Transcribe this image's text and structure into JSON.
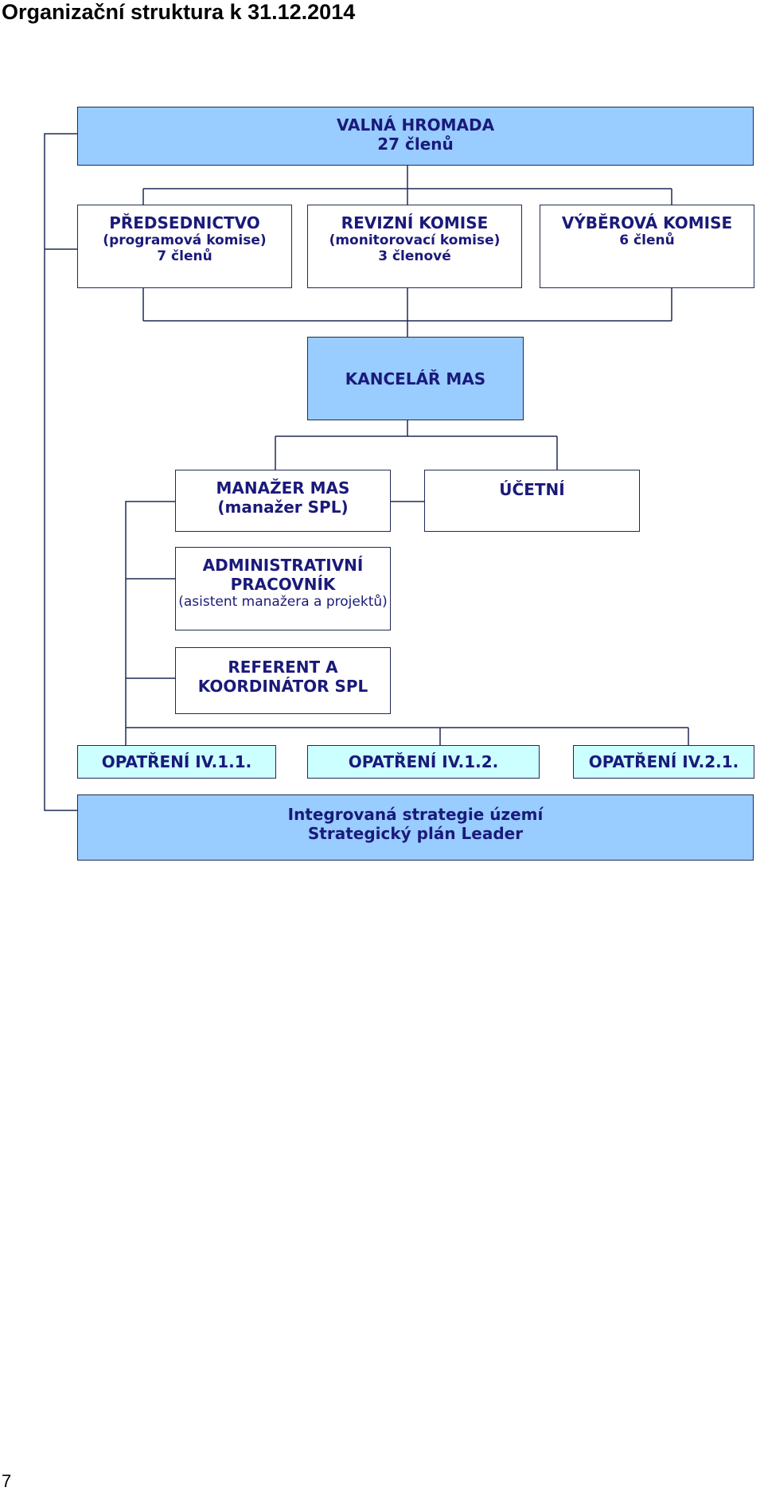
{
  "title": "Organizační struktura k 31.12.2014",
  "page_number": "7",
  "colors": {
    "box_dark": "#99ccff",
    "box_light": "#ccffff",
    "line": "#1f2a55",
    "text": "#1a1a7a"
  },
  "boxes": {
    "valna_hromada": {
      "line1": "VALNÁ HROMADA",
      "line2": "27 členů"
    },
    "predsednictvo": {
      "line1": "PŘEDSEDNICTVO",
      "line2": "(programová komise)",
      "line3": "7 členů"
    },
    "revizni": {
      "line1": "REVIZNÍ KOMISE",
      "line2": "(monitorovací komise)",
      "line3": "3 členové"
    },
    "vyberova": {
      "line1": "VÝBĚROVÁ KOMISE",
      "line2": "6 členů"
    },
    "kancelar": {
      "line1": "KANCELÁŘ MAS"
    },
    "manazer": {
      "line1": "MANAŽER MAS",
      "line2": "(manažer SPL)"
    },
    "ucetni": {
      "line1": "ÚČETNÍ"
    },
    "admin": {
      "line1": "ADMINISTRATIVNÍ",
      "line2": "PRACOVNÍK",
      "line3": "(asistent manažera a projektů)"
    },
    "referent": {
      "line1": "REFERENT A",
      "line2": "KOORDINÁTOR SPL"
    },
    "opatreni1": {
      "line1": "OPATŘENÍ IV.1.1."
    },
    "opatreni2": {
      "line1": "OPATŘENÍ IV.1.2."
    },
    "opatreni3": {
      "line1": "OPATŘENÍ IV.2.1."
    },
    "strategie": {
      "line1": "Integrovaná strategie území",
      "line2": "Strategický plán Leader"
    }
  }
}
